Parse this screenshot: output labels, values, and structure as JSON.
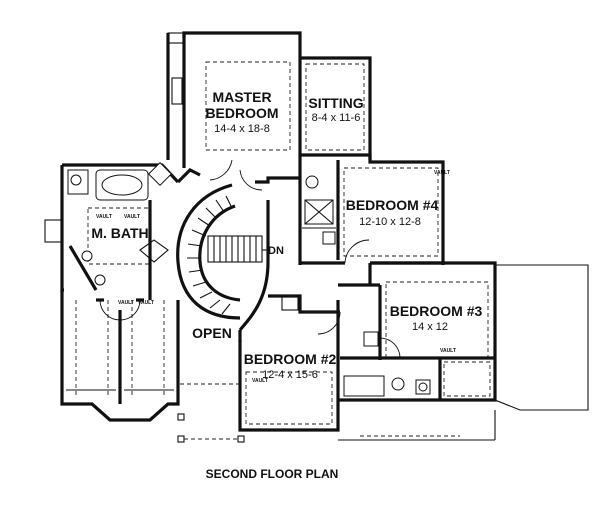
{
  "title": "SECOND FLOOR PLAN",
  "rooms": {
    "master": {
      "name_line1": "MASTER",
      "name_line2": "BEDROOM",
      "dims": "14-4 x 18-8"
    },
    "sitting": {
      "name": "SITTING",
      "dims": "8-4 x 11-6"
    },
    "bedroom4": {
      "name": "BEDROOM #4",
      "dims": "12-10 x 12-8"
    },
    "mbath": {
      "name": "M. BATH"
    },
    "bedroom3": {
      "name": "BEDROOM #3",
      "dims": "14 x 12"
    },
    "open": {
      "name": "OPEN"
    },
    "bedroom2": {
      "name": "BEDROOM #2",
      "dims": "12-4 x 15-6"
    }
  },
  "stair_label": "DN",
  "vault_label": "VAULT"
}
